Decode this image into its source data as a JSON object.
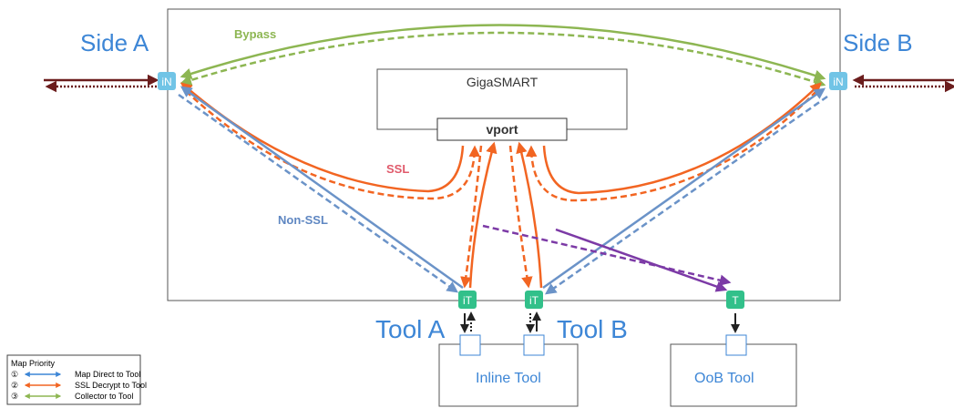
{
  "colors": {
    "blue": "#3d86d6",
    "nonssl_line": "#6b93c8",
    "ssl": "#f26522",
    "ssl_label": "#e05a6b",
    "bypass": "#8db652",
    "purple": "#7c3aa6",
    "port_in": "#71c4e6",
    "port_tool": "#32c08a",
    "outer_arrow": "#6b1d1d"
  },
  "labels": {
    "side_a": "Side A",
    "side_b": "Side B",
    "tool_a": "Tool A",
    "tool_b": "Tool B",
    "bypass": "Bypass",
    "ssl": "SSL",
    "non_ssl": "Non-SSL",
    "gigasmart": "GigaSMART",
    "vport": "vport"
  },
  "ports": {
    "side_a": "iN",
    "side_b": "iN",
    "tool_a": "iT",
    "tool_b": "iT",
    "oob": "T"
  },
  "tools": {
    "inline": "Inline Tool",
    "oob": "OoB Tool"
  },
  "legend": {
    "title": "Map Priority",
    "items": [
      {
        "num": "①",
        "text": "Map Direct to Tool",
        "color": "#3d86d6"
      },
      {
        "num": "②",
        "text": "SSL Decrypt to Tool",
        "color": "#f26522"
      },
      {
        "num": "③",
        "text": "Collector to Tool",
        "color": "#8db652"
      }
    ]
  }
}
